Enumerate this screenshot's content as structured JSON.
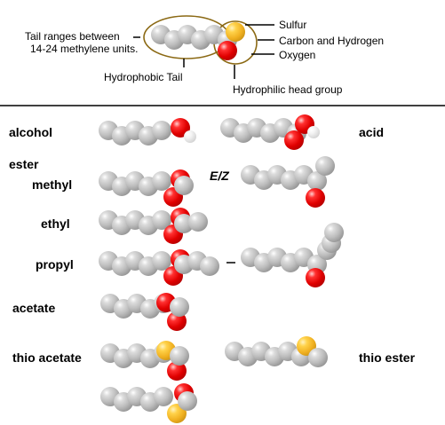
{
  "key": {
    "tail_range_line1": "Tail ranges between",
    "tail_range_line2": "14-24 methylene units.",
    "hydrophobic_tail": "Hydrophobic Tail",
    "hydrophilic_head": "Hydrophilic head group",
    "sulfur": "Sulfur",
    "carbon_hydrogen": "Carbon and Hydrogen",
    "oxygen": "Oxygen"
  },
  "rows": {
    "alcohol": "alcohol",
    "acid": "acid",
    "ester": "ester",
    "methyl": "methyl",
    "ez": "E/Z",
    "ethyl": "ethyl",
    "propyl": "propyl",
    "acetate": "acetate",
    "thio_acetate": "thio acetate",
    "thio_ester": "thio ester"
  },
  "colors": {
    "carbon": "#bdbdbd",
    "oxygen": "#e00000",
    "sulfur": "#f0b020",
    "hydrogen": "#f4f4f4",
    "ellipse": "#8b6914"
  },
  "molecules": [
    {
      "name": "key-molecule",
      "atoms": "CCCCCC O S"
    },
    {
      "name": "alcohol-molecule",
      "atoms": "CCCCC O H"
    },
    {
      "name": "acid-molecule",
      "atoms": "CCCCCC O O H"
    },
    {
      "name": "methyl-ester-molecule",
      "atoms": "CCCCC O O C"
    },
    {
      "name": "ez-ester-molecule",
      "atoms": "CCCCCC O C"
    },
    {
      "name": "ethyl-ester-molecule",
      "atoms": "CCCCC O O CC"
    },
    {
      "name": "propyl-ester-molecule",
      "atoms": "CCCCC O O CCC"
    },
    {
      "name": "propyl-ester-branched-molecule",
      "atoms": "CCCCC O O CCC"
    },
    {
      "name": "acetate-molecule",
      "atoms": "CCCCC O O C"
    },
    {
      "name": "thio-acetate-molecule",
      "atoms": "CCCCC S O C"
    },
    {
      "name": "thio-ester-molecule",
      "atoms": "CCCCCC S C"
    },
    {
      "name": "thio-acetate-variant-molecule",
      "atoms": "CCCCC O S C"
    }
  ]
}
